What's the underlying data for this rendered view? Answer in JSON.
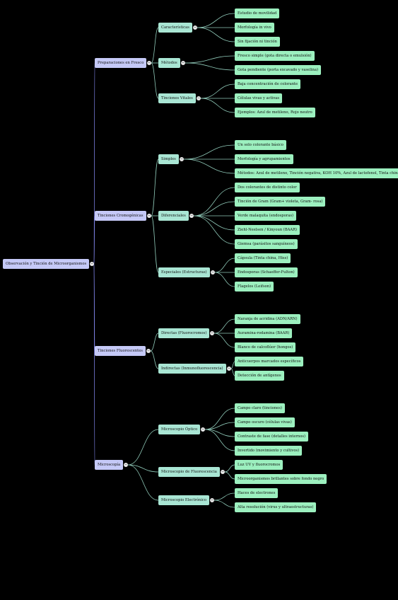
{
  "colors": {
    "background": "#000000",
    "root_fill": "#c5c9f7",
    "level1_fill": "#c5c9f7",
    "level2_fill": "#a9e6d4",
    "level3_fill": "#9cf0bf",
    "link_root": "#7b7fe0",
    "link_branch": "#8fc9b8",
    "toggle_fill": "#e8e8e8"
  },
  "icons": {
    "collapse": "minus-circle-icon"
  },
  "mindmap": {
    "label": "Observación y Tinción de Microorganismos",
    "children": [
      {
        "label": "Preparaciones en Fresco",
        "children": [
          {
            "label": "Características",
            "children": [
              {
                "label": "Estudio de movilidad"
              },
              {
                "label": "Morfología in vivo"
              },
              {
                "label": "Sin fijación ni tinción"
              }
            ]
          },
          {
            "label": "Métodos",
            "children": [
              {
                "label": "Fresco simple (gota directa o emulsión)"
              },
              {
                "label": "Gota pendiente (porta excavado y vaselina)"
              }
            ]
          },
          {
            "label": "Tinciones Vitales",
            "children": [
              {
                "label": "Baja concentración de colorante"
              },
              {
                "label": "Células vivas y activas"
              },
              {
                "label": "Ejemplos: Azul de metileno, Rojo neutro"
              }
            ]
          }
        ]
      },
      {
        "label": "Tinciones Cromogénicas",
        "children": [
          {
            "label": "Simples",
            "children": [
              {
                "label": "Un solo colorante básico"
              },
              {
                "label": "Morfología y agrupamientos"
              },
              {
                "label": "Métodos: Azul de metileno, Tinción negativa, KOH 10%, Azul de lactofenol, Tinta china, Lugol"
              }
            ]
          },
          {
            "label": "Diferenciales",
            "children": [
              {
                "label": "Dos colorantes de distinto color"
              },
              {
                "label": "Tinción de Gram (Gram+ violeta, Gram- rosa)"
              },
              {
                "label": "Verde malaquita (endosporas)"
              },
              {
                "label": "Ziehl-Neelsen / Kinyoun (BAAR)"
              },
              {
                "label": "Giemsa (parásitos sanguíneos)"
              }
            ]
          },
          {
            "label": "Especiales (Estructuras)",
            "children": [
              {
                "label": "Cápsula (Tinta china, Hiss)"
              },
              {
                "label": "Endosporas (Schaeffer-Fulton)"
              },
              {
                "label": "Flagelos (Leifson)"
              }
            ]
          }
        ]
      },
      {
        "label": "Tinciones Fluorescentes",
        "children": [
          {
            "label": "Directas (Fluorocromos)",
            "children": [
              {
                "label": "Naranja de acridina (ADN/ARN)"
              },
              {
                "label": "Auramina-rodamina (BAAR)"
              },
              {
                "label": "Blanco de calcoflúor (hongos)"
              }
            ]
          },
          {
            "label": "Indirectas (Inmunofluorescencia)",
            "children": [
              {
                "label": "Anticuerpos marcados específicos"
              },
              {
                "label": "Detección de antígenos"
              }
            ]
          }
        ]
      },
      {
        "label": "Microscopía",
        "children": [
          {
            "label": "Microscopio Óptico",
            "children": [
              {
                "label": "Campo claro (tinciones)"
              },
              {
                "label": "Campo oscuro (células vivas)"
              },
              {
                "label": "Contraste de fase (detalles internos)"
              },
              {
                "label": "Invertido (movimiento y cultivos)"
              }
            ]
          },
          {
            "label": "Microscopio de Fluorescencia",
            "children": [
              {
                "label": "Luz UV y fluorocromos"
              },
              {
                "label": "Microorganismos brillantes sobre fondo negro"
              }
            ]
          },
          {
            "label": "Microscopio Electrónico",
            "children": [
              {
                "label": "Haces de electrones"
              },
              {
                "label": "Alta resolución (virus y ultraestructuras)"
              }
            ]
          }
        ]
      }
    ]
  }
}
